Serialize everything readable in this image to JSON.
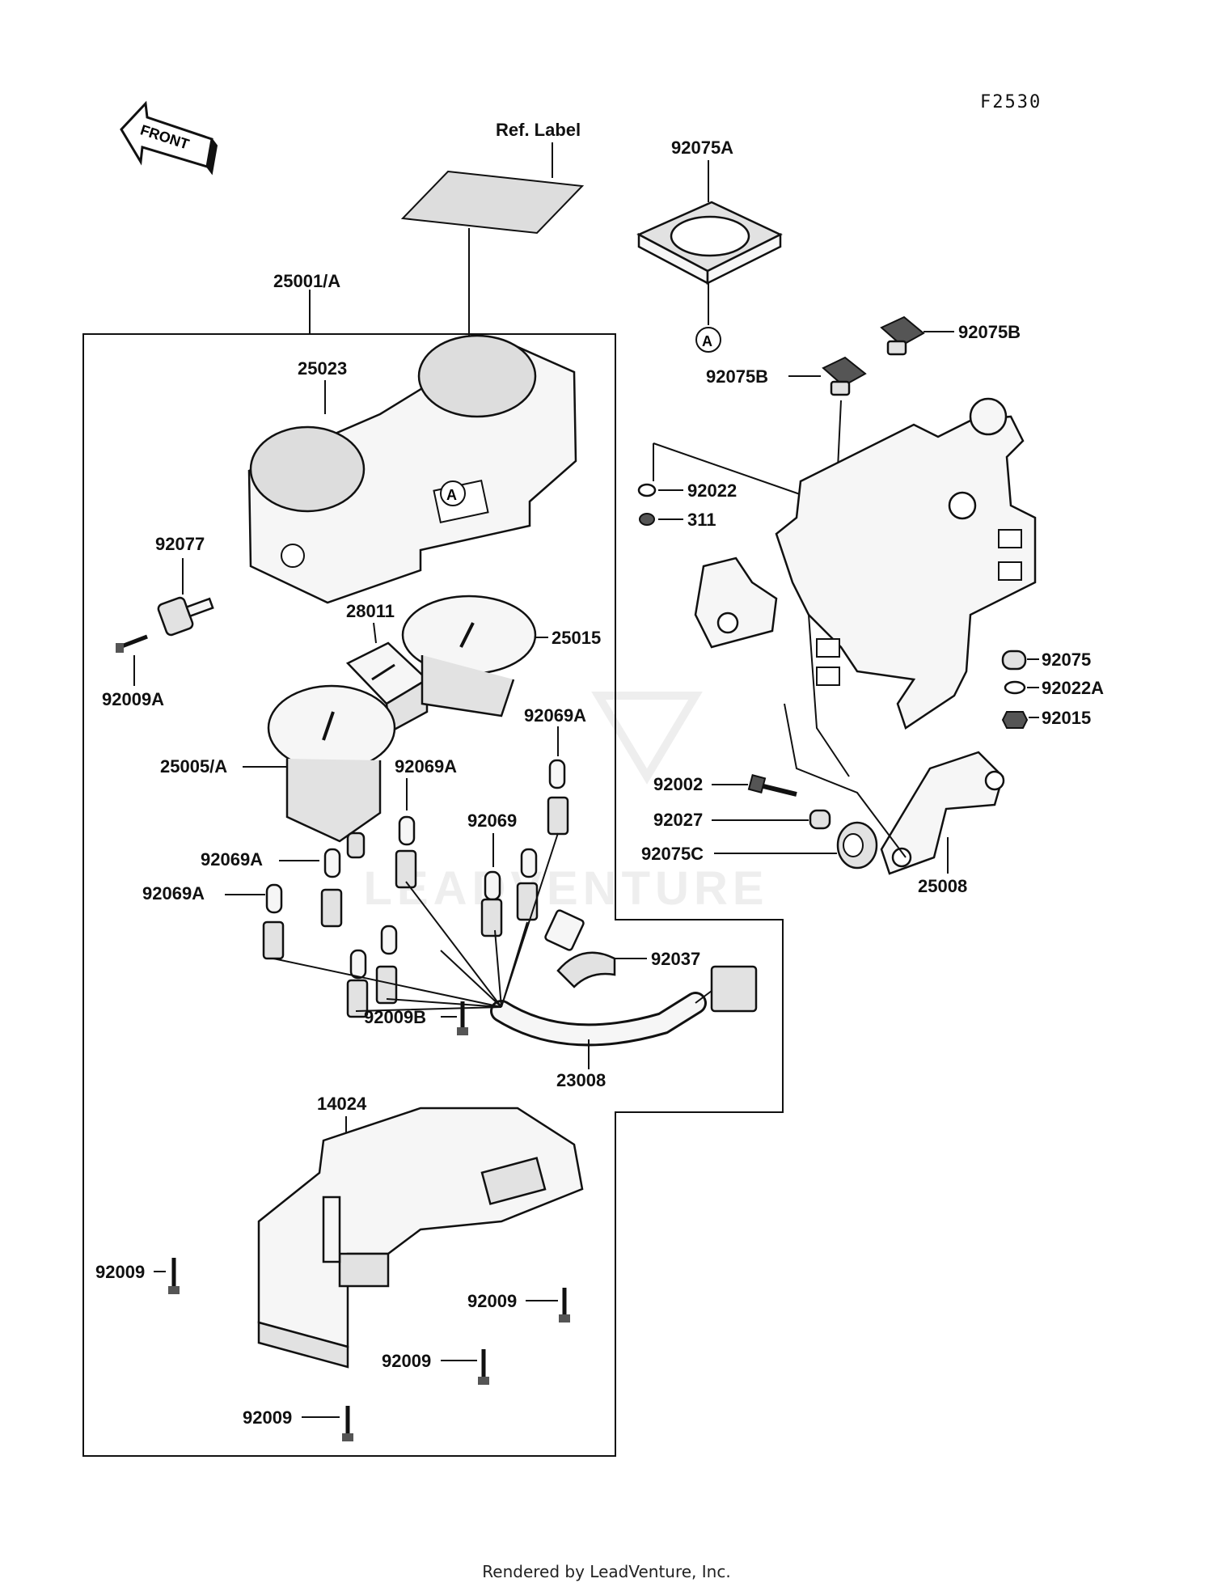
{
  "page_code": "F2530",
  "front_label": "FRONT",
  "ref_label": "Ref. Label",
  "watermark": "LEADVENTURE",
  "footer": "Rendered by LeadVenture, Inc.",
  "callout_circle": "A",
  "parts": {
    "p25001A": "25001/A",
    "p25023": "25023",
    "p92077": "92077",
    "p92009A": "92009A",
    "p28011": "28011",
    "p25015": "25015",
    "p25005A": "25005/A",
    "p92069A_1": "92069A",
    "p92069A_2": "92069A",
    "p92069": "92069",
    "p92069A_3": "92069A",
    "p92069A_4": "92069A",
    "p92009B": "92009B",
    "p23008": "23008",
    "p92037": "92037",
    "p14024": "14024",
    "p92009_1": "92009",
    "p92009_2": "92009",
    "p92009_3": "92009",
    "p92009_4": "92009",
    "p92075A": "92075A",
    "p92075B_1": "92075B",
    "p92075B_2": "92075B",
    "p92022": "92022",
    "p311": "311",
    "p92075": "92075",
    "p92022A": "92022A",
    "p92015": "92015",
    "p92002": "92002",
    "p92027": "92027",
    "p92075C": "92075C",
    "p25008": "25008"
  }
}
